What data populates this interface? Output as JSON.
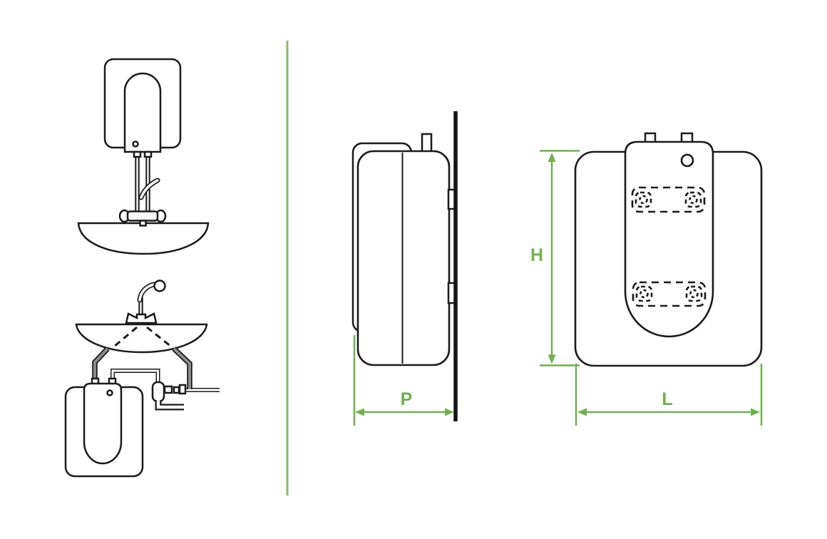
{
  "diagram": {
    "dimension_labels": {
      "depth": "P",
      "height": "H",
      "width": "L"
    },
    "colors": {
      "line": "#1a1a1a",
      "accent_green": "#6FB14D",
      "divider_green": "#86BC66",
      "pipe_gray": "#8C8C8C",
      "wall": "#141414",
      "background": "#FFFFFF"
    }
  }
}
